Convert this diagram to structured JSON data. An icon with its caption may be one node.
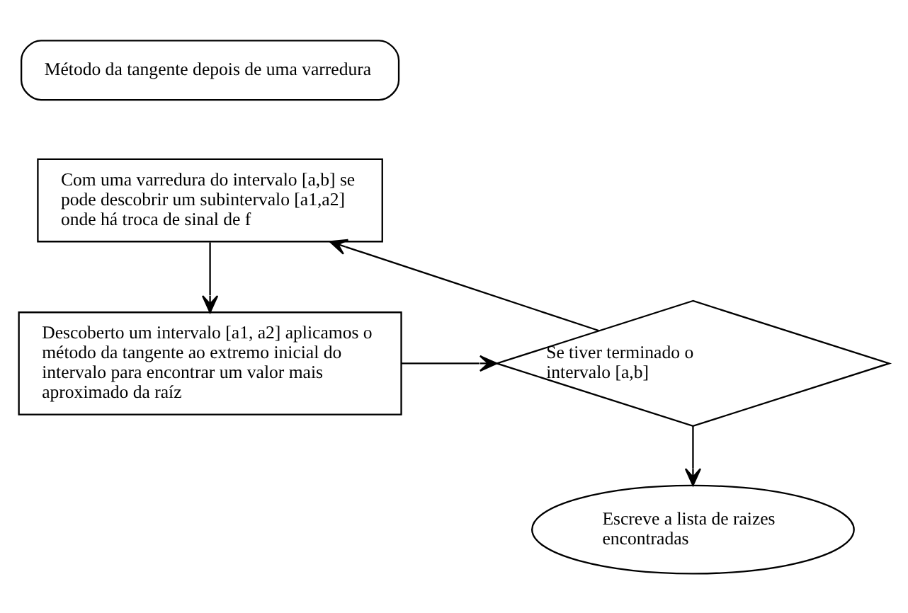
{
  "diagram": {
    "nodes": [
      {
        "text": [
          "Método da tangente depois de uma varredura"
        ]
      },
      {
        "text": [
          "Com uma varredura do intervalo [a,b] se pode descobrir um subintervalo [a1,a2] onde há troca de sinal de f"
        ]
      },
      {
        "text": [
          "Descoberto um intervalo [a1, a2] aplicamos o método da tangente ao extremo inicial do intervalo para encontrar um valor mais aproximado da raíz"
        ]
      },
      {
        "text": [
          "Se tiver terminado o intervalo [a,b]"
        ]
      },
      {
        "text": [
          "Escreve a lista de raizes encontradas"
        ]
      }
    ],
    "edges": [
      {
        "from": 1,
        "to": 2,
        "arrow": "to"
      },
      {
        "from": 2,
        "to": 3,
        "arrow": "to"
      },
      {
        "from": 3,
        "to": 1,
        "arrow": "to"
      },
      {
        "from": 3,
        "to": 4,
        "arrow": "to"
      }
    ]
  }
}
